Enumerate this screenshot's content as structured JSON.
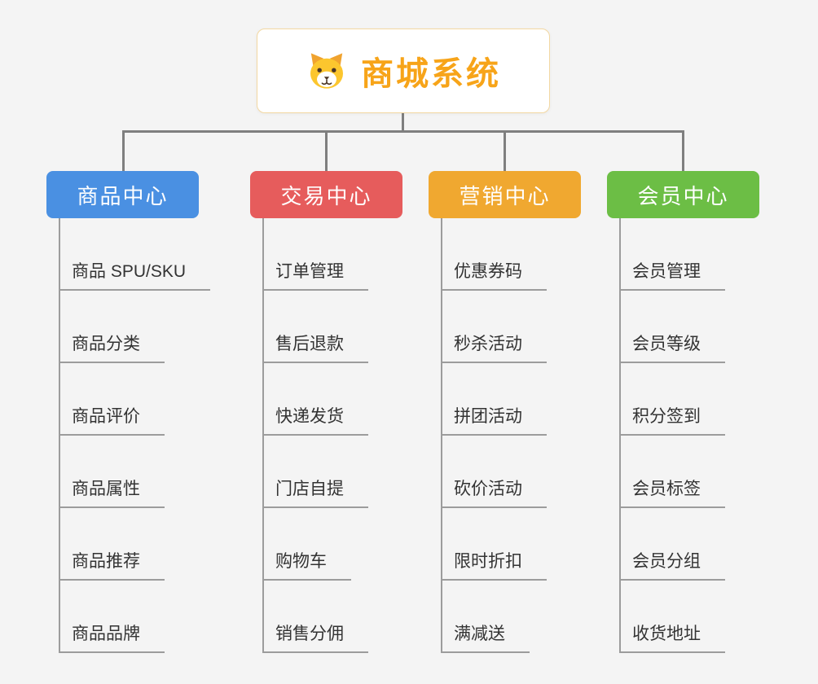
{
  "root": {
    "title": "商城系统",
    "title_color": "#f7a419",
    "border_color": "#f3d8a2",
    "icon": "dog-icon"
  },
  "connector_color": "#7f7f7f",
  "branches": [
    {
      "label": "商品中心",
      "color": "#4a90e2",
      "children": [
        "商品 SPU/SKU",
        "商品分类",
        "商品评价",
        "商品属性",
        "商品推荐",
        "商品品牌"
      ]
    },
    {
      "label": "交易中心",
      "color": "#e65c5c",
      "children": [
        "订单管理",
        "售后退款",
        "快递发货",
        "门店自提",
        "购物车",
        "销售分佣"
      ]
    },
    {
      "label": "营销中心",
      "color": "#f0a830",
      "children": [
        "优惠券码",
        "秒杀活动",
        "拼团活动",
        "砍价活动",
        "限时折扣",
        "满减送"
      ]
    },
    {
      "label": "会员中心",
      "color": "#6cbe45",
      "children": [
        "会员管理",
        "会员等级",
        "积分签到",
        "会员标签",
        "会员分组",
        "收货地址"
      ]
    }
  ]
}
